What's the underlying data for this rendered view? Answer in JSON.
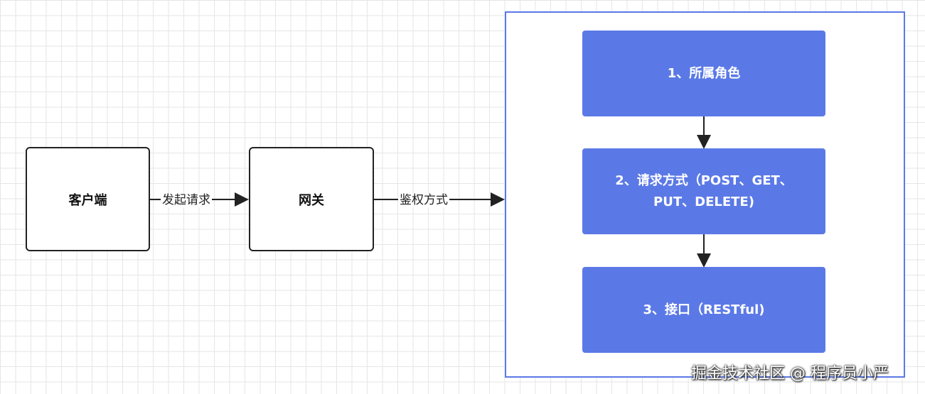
{
  "nodes": {
    "client": "客户端",
    "gateway": "网关"
  },
  "edges": {
    "client_to_gateway": "发起请求",
    "gateway_to_auth": "鉴权方式"
  },
  "steps": [
    {
      "line1": "1、所属角色",
      "line2": ""
    },
    {
      "line1": "2、请求方式（POST、GET、",
      "line2": "PUT、DELETE)"
    },
    {
      "line1": "3、接口（RESTful)",
      "line2": ""
    }
  ],
  "watermark": "掘金技术社区 @ 程序员小严",
  "colors": {
    "step_fill": "#5b79e6",
    "container_border": "#5b79e6",
    "node_border": "#222222"
  }
}
